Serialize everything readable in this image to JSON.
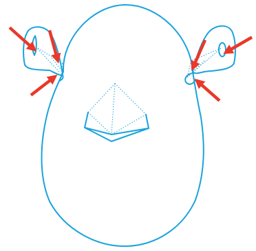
{
  "colors": {
    "outline": "#1aa3db",
    "arrow": "#e8392a",
    "background": "#ffffff"
  },
  "diagram": {
    "subject": "head-front-outline",
    "features": [
      "left-ear",
      "right-ear",
      "nose"
    ],
    "arrow_count": 6
  }
}
